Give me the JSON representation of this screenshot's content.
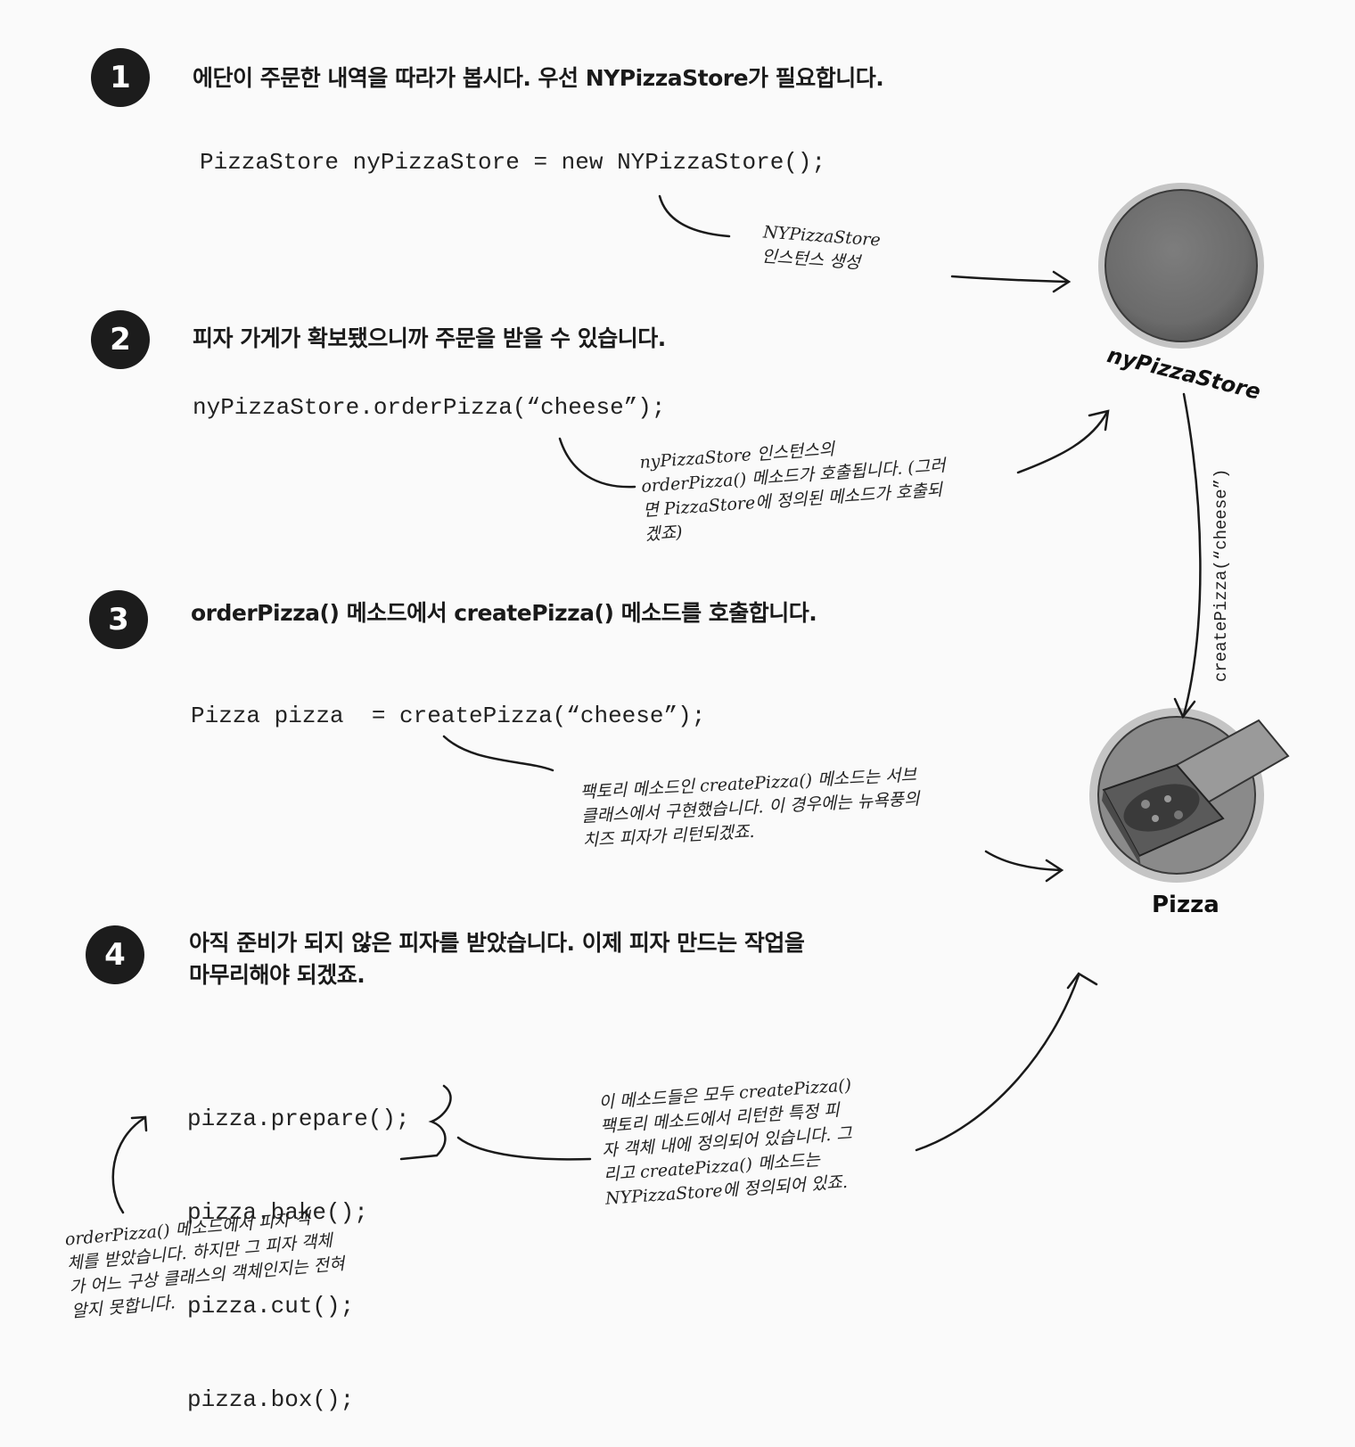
{
  "steps": [
    {
      "number": "1",
      "text": "에단이 주문한 내역을 따라가 봅시다. 우선 NYPizzaStore가 필요합니다."
    },
    {
      "number": "2",
      "text": "피자 가게가 확보됐으니까 주문을 받을 수 있습니다."
    },
    {
      "number": "3",
      "text": "orderPizza() 메소드에서 createPizza() 메소드를 호출합니다."
    },
    {
      "number": "4",
      "text": "아직 준비가 되지 않은 피자를 받았습니다. 이제 피자 만드는 작업을\n마무리해야 되겠죠."
    }
  ],
  "code": {
    "line1": "PizzaStore nyPizzaStore = new NYPizzaStore();",
    "line2": "nyPizzaStore.orderPizza(“cheese”);",
    "line3": "Pizza pizza  = createPizza(“cheese”);",
    "line4": [
      "pizza.prepare();",
      "pizza.bake();",
      "pizza.cut();",
      "pizza.box();"
    ]
  },
  "notes": {
    "n1": "NYPizzaStore\n인스턴스 생성",
    "n2": "nyPizzaStore 인스턴스의\norderPizza() 메소드가 호출됩니다. (그러\n면 PizzaStore에 정의된 메소드가 호출되\n겠죠)",
    "n3": "팩토리 메소드인 createPizza() 메소드는 서브\n클래스에서 구현했습니다. 이 경우에는 뉴욕풍의\n치즈 피자가 리턴되겠죠.",
    "n4": "이 메소드들은 모두 createPizza()\n팩토리 메소드에서 리턴한 특정 피\n자 객체 내에 정의되어 있습니다. 그\n리고 createPizza() 메소드는\nNYPizzaStore에 정의되어 있죠.",
    "n5": "orderPizza() 메소드에서 피자 객\n체를 받았습니다. 하지만 그 피자 객체\n가 어느 구상 클래스의 객체인지는 전혀\n알지 못합니다."
  },
  "objects": {
    "store_label": "nyPizzaStore",
    "pizza_label": "Pizza",
    "arrow_label": "createPizza(“cheese”)"
  },
  "colors": {
    "circle_fill": "#6e6e6e",
    "circle_rim": "#b8b8b8",
    "ink": "#1a1a1a"
  }
}
